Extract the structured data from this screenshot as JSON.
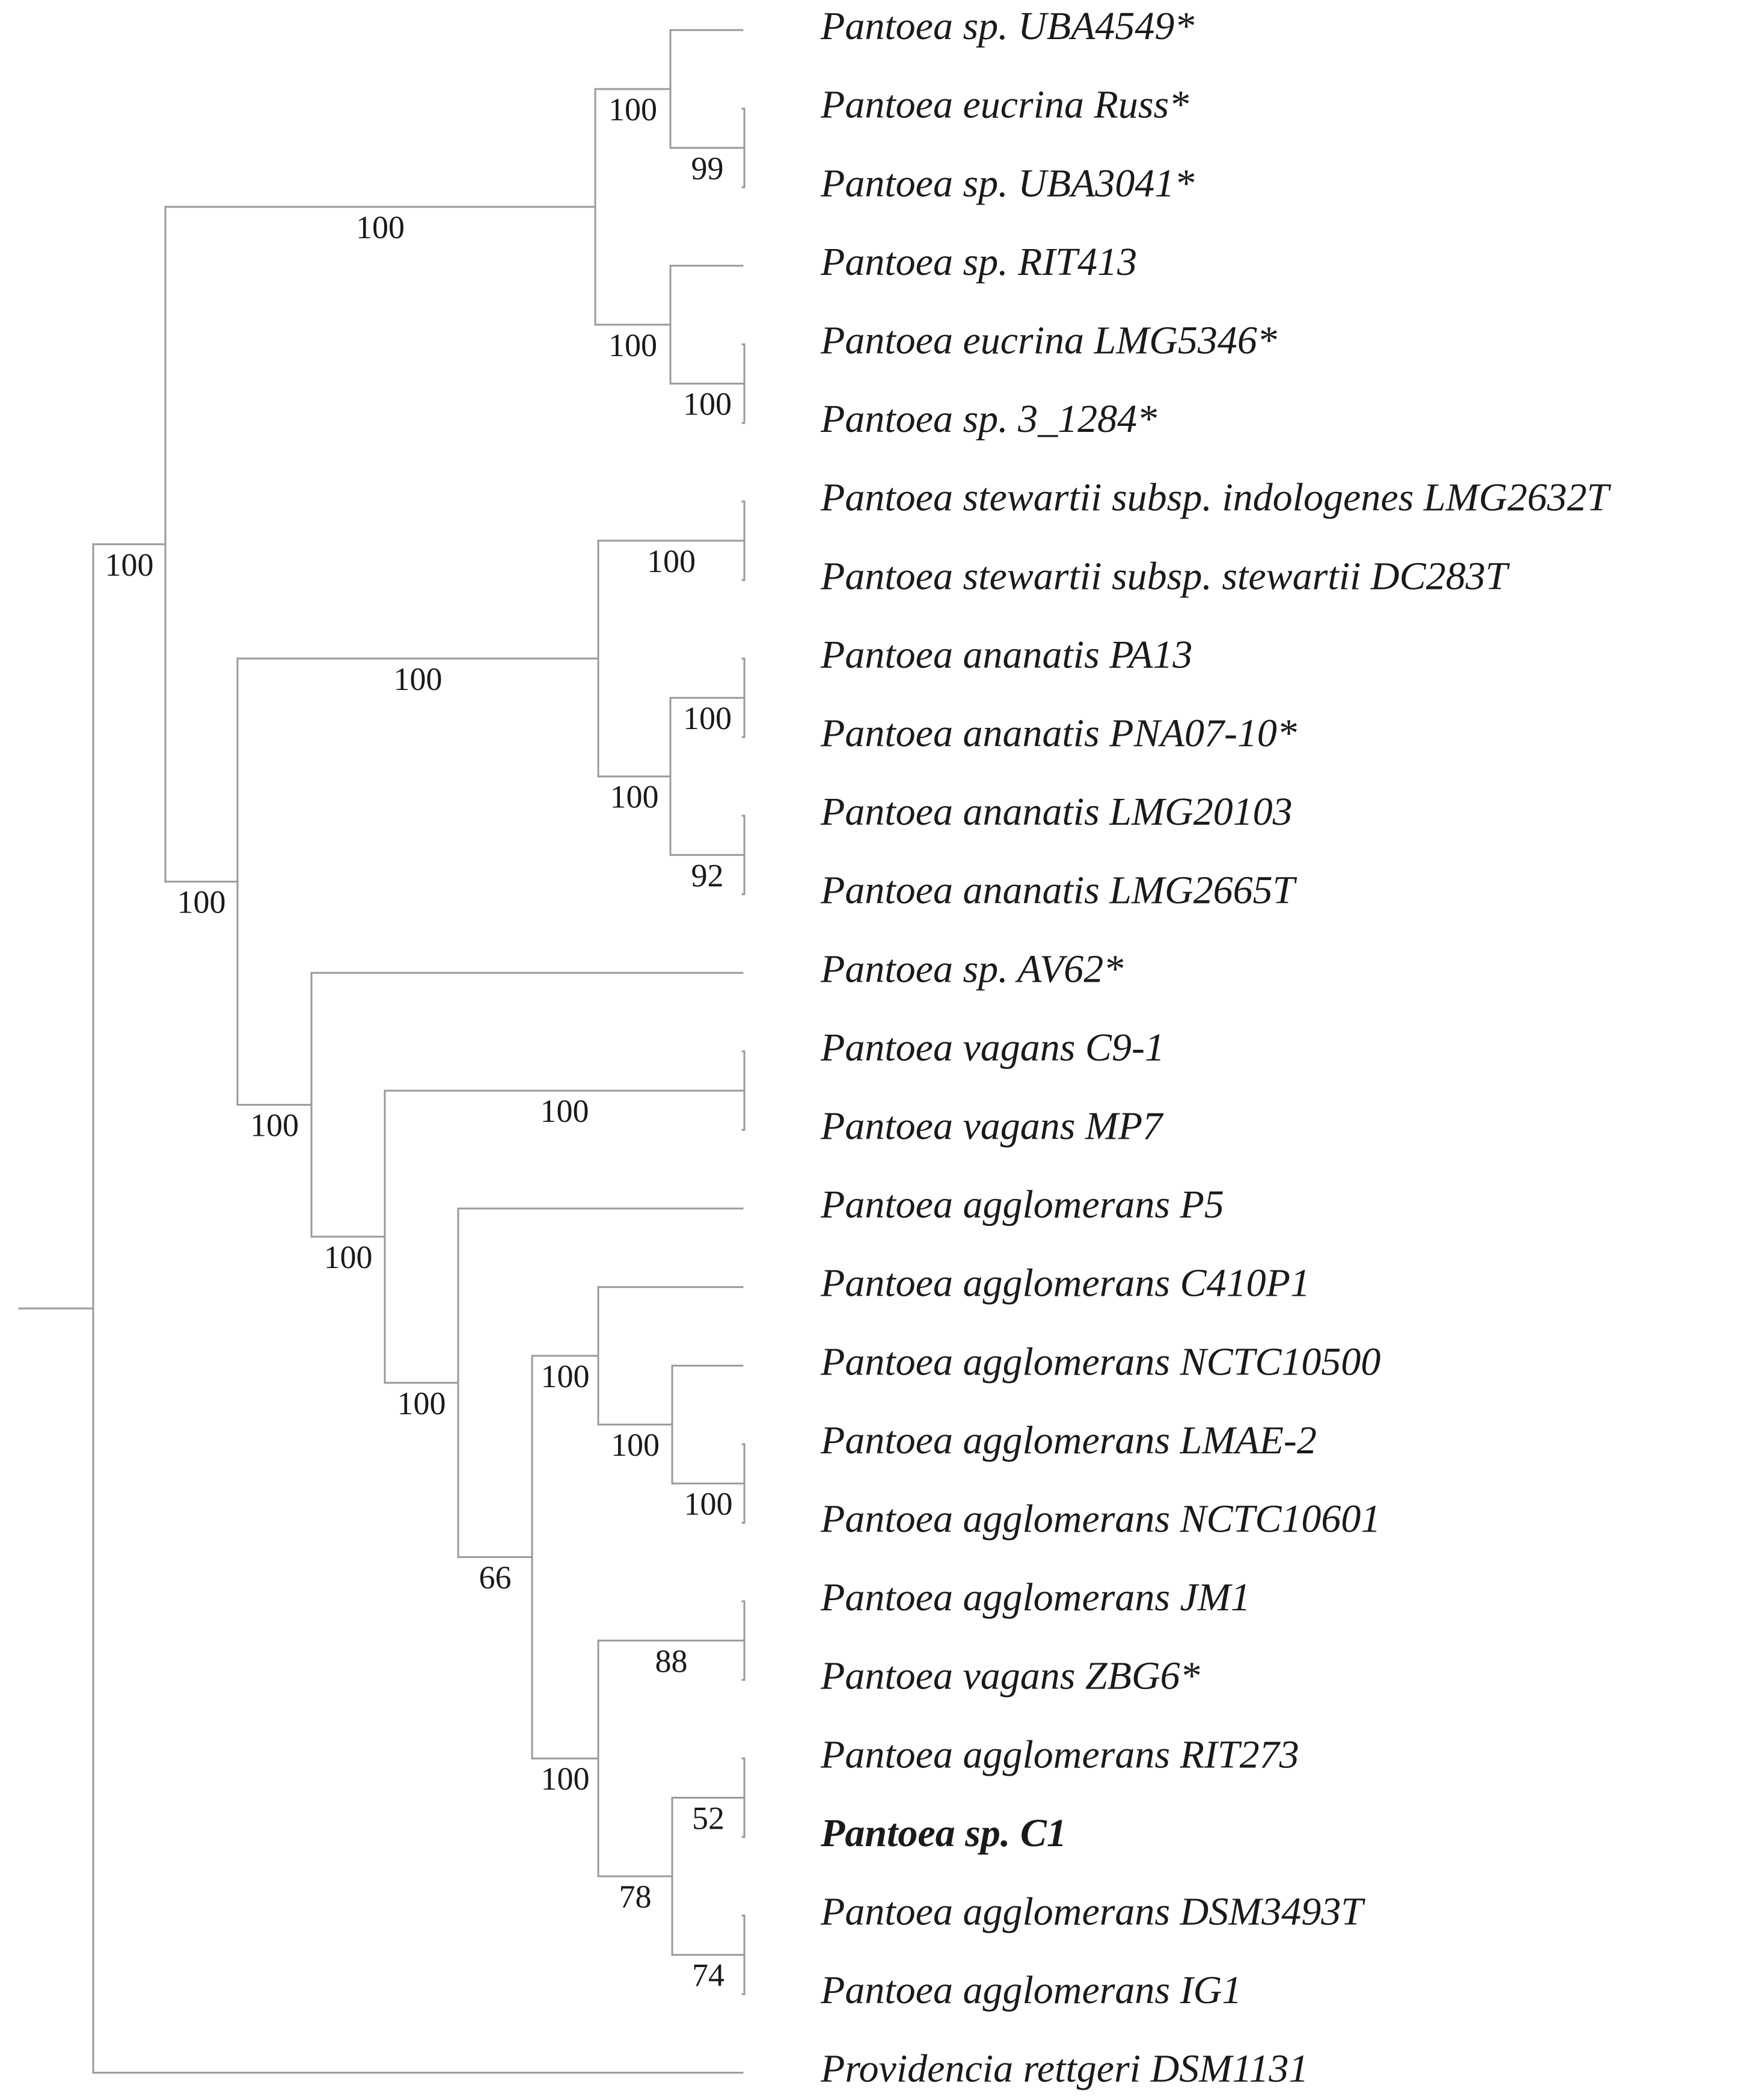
{
  "taxa": [
    {
      "id": "t1",
      "label": "Pantoea sp. UBA4549*"
    },
    {
      "id": "t2",
      "label": "Pantoea eucrina Russ*"
    },
    {
      "id": "t3",
      "label": "Pantoea sp. UBA3041*"
    },
    {
      "id": "t4",
      "label": "Pantoea sp. RIT413"
    },
    {
      "id": "t5",
      "label": "Pantoea eucrina LMG5346*"
    },
    {
      "id": "t6",
      "label": "Pantoea sp. 3_1284*"
    },
    {
      "id": "t7",
      "label": "Pantoea stewartii subsp. indologenes LMG2632T"
    },
    {
      "id": "t8",
      "label": "Pantoea stewartii subsp. stewartii DC283T"
    },
    {
      "id": "t9",
      "label": "Pantoea ananatis PA13"
    },
    {
      "id": "t10",
      "label": "Pantoea ananatis PNA07-10*"
    },
    {
      "id": "t11",
      "label": "Pantoea ananatis LMG20103"
    },
    {
      "id": "t12",
      "label": "Pantoea ananatis LMG2665T"
    },
    {
      "id": "t13",
      "label": "Pantoea sp. AV62*"
    },
    {
      "id": "t14",
      "label": "Pantoea vagans C9-1"
    },
    {
      "id": "t15",
      "label": "Pantoea vagans MP7"
    },
    {
      "id": "t16",
      "label": "Pantoea agglomerans P5"
    },
    {
      "id": "t17",
      "label": "Pantoea agglomerans C410P1"
    },
    {
      "id": "t18",
      "label": "Pantoea agglomerans NCTC10500"
    },
    {
      "id": "t19",
      "label": "Pantoea agglomerans LMAE-2"
    },
    {
      "id": "t20",
      "label": "Pantoea agglomerans NCTC10601"
    },
    {
      "id": "t21",
      "label": "Pantoea agglomerans JM1"
    },
    {
      "id": "t22",
      "label": "Pantoea vagans ZBG6*"
    },
    {
      "id": "t23",
      "label": "Pantoea agglomerans RIT273"
    },
    {
      "id": "t24",
      "label": "Pantoea sp. C1",
      "bold": true
    },
    {
      "id": "t25",
      "label": "Pantoea agglomerans DSM3493T"
    },
    {
      "id": "t26",
      "label": "Pantoea agglomerans IG1"
    },
    {
      "id": "t27",
      "label": "Providencia rettgeri DSM1131"
    }
  ],
  "nodes": [
    {
      "id": "n_root",
      "children": [
        "n_pantoea",
        "t27"
      ]
    },
    {
      "id": "n_pantoea",
      "support": "100",
      "children": [
        "n_eucrina",
        "n_rest"
      ]
    },
    {
      "id": "n_eucrina",
      "support": "100",
      "children": [
        "n_uba",
        "n_rit413"
      ]
    },
    {
      "id": "n_uba",
      "support": "100",
      "children": [
        "t1",
        "n_russ"
      ]
    },
    {
      "id": "n_russ",
      "support": "99",
      "children": [
        "t2",
        "t3"
      ]
    },
    {
      "id": "n_rit413",
      "support": "100",
      "children": [
        "t4",
        "n_lmg5346"
      ]
    },
    {
      "id": "n_lmg5346",
      "support": "100",
      "children": [
        "t5",
        "t6"
      ]
    },
    {
      "id": "n_rest",
      "support": "100",
      "children": [
        "n_stew_anan",
        "n_agg_group"
      ]
    },
    {
      "id": "n_stew_anan",
      "support": "100",
      "children": [
        "n_stewartii",
        "n_ananatis"
      ]
    },
    {
      "id": "n_stewartii",
      "support": "100",
      "children": [
        "t7",
        "t8"
      ]
    },
    {
      "id": "n_ananatis",
      "support": "100",
      "children": [
        "n_pa13",
        "n_lmg20103"
      ]
    },
    {
      "id": "n_pa13",
      "support": "100",
      "children": [
        "t9",
        "t10"
      ]
    },
    {
      "id": "n_lmg20103",
      "support": "92",
      "children": [
        "t11",
        "t12"
      ]
    },
    {
      "id": "n_agg_group",
      "support": "100",
      "children": [
        "t13",
        "n_vag_agg"
      ]
    },
    {
      "id": "n_vag_agg",
      "support": "100",
      "children": [
        "n_vagans",
        "n_agg"
      ]
    },
    {
      "id": "n_vagans",
      "support": "100",
      "children": [
        "t14",
        "t15"
      ]
    },
    {
      "id": "n_agg",
      "support": "100",
      "children": [
        "t16",
        "n_agg2"
      ]
    },
    {
      "id": "n_agg2",
      "support": "66",
      "children": [
        "n_c410",
        "n_jm1_group"
      ]
    },
    {
      "id": "n_c410",
      "support": "100",
      "children": [
        "t17",
        "n_nctc"
      ]
    },
    {
      "id": "n_nctc",
      "support": "100",
      "children": [
        "t18",
        "n_lmae"
      ]
    },
    {
      "id": "n_lmae",
      "support": "100",
      "children": [
        "t19",
        "t20"
      ]
    },
    {
      "id": "n_jm1_group",
      "support": "100",
      "children": [
        "n_jm1",
        "n_c1_group"
      ]
    },
    {
      "id": "n_jm1",
      "support": "88",
      "children": [
        "t21",
        "t22"
      ]
    },
    {
      "id": "n_c1_group",
      "support": "78",
      "children": [
        "n_c1",
        "n_dsm"
      ]
    },
    {
      "id": "n_c1",
      "support": "52",
      "children": [
        "t23",
        "t24"
      ]
    },
    {
      "id": "n_dsm",
      "support": "74",
      "children": [
        "t25",
        "t26"
      ]
    }
  ]
}
